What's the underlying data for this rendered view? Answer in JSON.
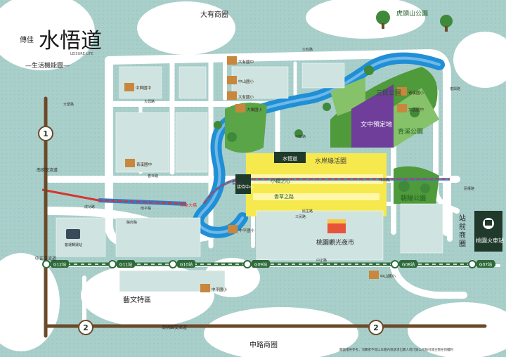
{
  "brand": {
    "company_mark": "傳佳",
    "name": "水悟道",
    "subtitle_en": "LEISURE LIFE",
    "subtitle": "—生活機能圖—"
  },
  "districts": {
    "top_commercial": "大有商圈",
    "art_district": "藝文特區",
    "station_commercial": "站前商圈",
    "bottom_commercial": "中路商圈"
  },
  "parks": {
    "hutoushan": "虎頭山公園",
    "sanmin": "三民公園",
    "qingxi": "青溪公園",
    "chaoyang": "朝陽公園"
  },
  "landmarks": {
    "project_site": "水悟道",
    "waterfront_zone": "水岸綠活圈",
    "culture_reserve": "文中預定地",
    "reception_center": "接待中心",
    "night_market": "桃園觀光夜市",
    "train_station": "桃園火車站",
    "railway_station_short": "桃園",
    "plaza_1": "小橋之心",
    "plaza_2": "香草之路",
    "yinfu_bridge": "印象大橋",
    "south_interchange": "南崁交流道",
    "zhongzheng_interchange": "中正交流道",
    "nantaoyuan_interchange": "南桃園交流道",
    "bus_station": "客運轉運站"
  },
  "highways": {
    "hw1": "1",
    "hw2_left": "2",
    "hw2_right": "2"
  },
  "mrt_stations": [
    "G12站",
    "G11站",
    "G10站",
    "G09站",
    "G08站",
    "G07站"
  ],
  "schools": {
    "zhongzheng_high": "中興國中",
    "zhongping_primary": "中平國小",
    "dayou_primary": "大有國小",
    "dayou_junior": "大有國中",
    "zhongshan_primary": "中山國小",
    "yuanzhong_primary": "青溪國中",
    "daye_primary": "大業國小",
    "qingxi_primary": "青溪國小",
    "wenchang_primary": "文昌國中",
    "zhongping_school": "中平國小",
    "zhenan": "中山國小"
  },
  "streets": {
    "dayou_rd": "大有路",
    "wenhua_rd": "大興路",
    "daxing_rd": "大業路",
    "chunri_rd": "春日路",
    "nanping_rd": "南平路",
    "sanmin_rd": "三民路",
    "minsheng_rd": "民生路",
    "zhongzheng_rd": "中正路",
    "zhongshan_rd": "中山路",
    "fuxing_rd": "復興路",
    "xianfu_rd": "縣府路",
    "chenggong_rd": "成功路",
    "minquan_rd": "民權路",
    "zhonghua_rd": "中華路",
    "fuguo_rd": "復國路"
  },
  "disclaimer": "圖面僅供參考，消費者不得以本圖內容請求出賣人或代銷公司給付或主張任何權利",
  "colors": {
    "river": "#1f8fd6",
    "river_dark": "#0f6fb4",
    "road": "#ffffff",
    "background_cloud": "#9fc8c4",
    "park_green": "#4f9a3a",
    "park_light": "#86c26a",
    "waterfront": "#f5e94e",
    "culture_purple": "#6f3d9a",
    "mrt_green": "#2f6b3a",
    "rail_red": "#d8332e",
    "highway_brown": "#6b4a2a",
    "school_icon": "#c8873c"
  }
}
